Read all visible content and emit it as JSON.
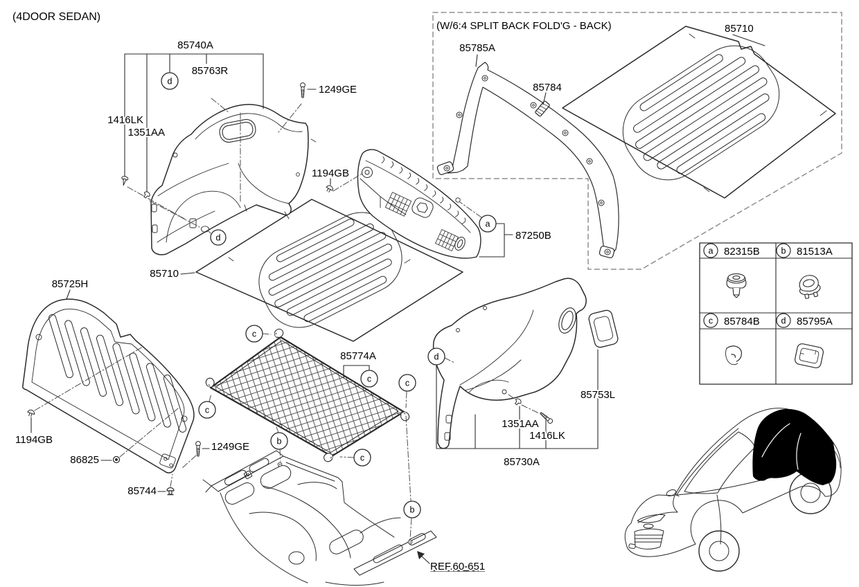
{
  "title": "(4DOOR SEDAN)",
  "inset_title": "(W/6:4 SPLIT BACK FOLD'G - BACK)",
  "parts": {
    "quarter_trim_lh": "85740A",
    "cover_rh": "85763R",
    "screw": "1249GE",
    "pin": "1416LK",
    "clip": "1351AA",
    "clip_cap": "1194GB",
    "mat_luggage": "85710",
    "partition": "85725H",
    "trim_back": "87250B",
    "net_assy": "85774A",
    "nut": "86825",
    "rivet": "85744",
    "pillar_trim": "85785A",
    "joint": "85784",
    "cover_lh": "85753L",
    "quarter_trim_rh": "85730A",
    "floor_ref": "REF.60-651"
  },
  "legend": {
    "items": [
      {
        "key": "a",
        "part": "82315B",
        "icon": "push-clip-icon"
      },
      {
        "key": "b",
        "part": "81513A",
        "icon": "luggage-hook-icon"
      },
      {
        "key": "c",
        "part": "85784B",
        "icon": "net-hook-icon"
      },
      {
        "key": "d",
        "part": "85795A",
        "icon": "bezel-icon"
      }
    ]
  },
  "colors": {
    "line": "#2a2a2a",
    "dashed_box": "#8f8f8f",
    "background": "#ffffff"
  }
}
